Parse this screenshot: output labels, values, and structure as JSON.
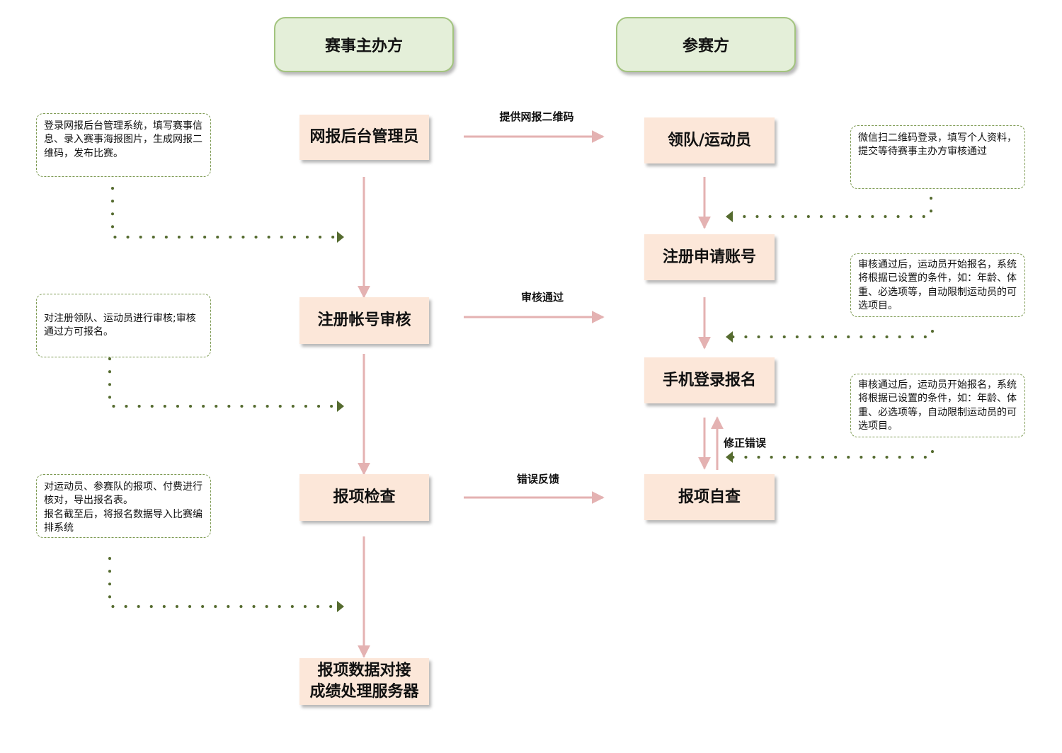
{
  "lanes": {
    "organizer": "赛事主办方",
    "participant": "参赛方"
  },
  "organizer_steps": {
    "admin": "网报后台管理员",
    "review": "注册帐号审核",
    "check": "报项检查",
    "sync": "报项数据对接\n成绩处理服务器"
  },
  "participant_steps": {
    "athlete": "领队/运动员",
    "register": "注册申请账号",
    "signup": "手机登录报名",
    "selfcheck": "报项自查"
  },
  "edge_labels": {
    "qr": "提供网报二维码",
    "approved": "审核通过",
    "feedback": "错误反馈",
    "fix": "修正错误"
  },
  "notes": {
    "admin": "登录网报后台管理系统，填写赛事信息、录入赛事海报图片，生成网报二维码，发布比赛。",
    "review": "对注册领队、运动员进行审核;审核通过方可报名。",
    "check": "对运动员、参赛队的报项、付费进行核对，导出报名表。\n报名截至后，将报名数据导入比赛编排系统",
    "athlete": "微信扫二维码登录，填写个人资料，提交等待赛事主办方审核通过",
    "register": "审核通过后，运动员开始报名，系统将根据已设置的条件，如：年龄、体重、必选项等，自动限制运动员的可选项目。",
    "signup": "审核通过后，运动员开始报名，系统将根据已设置的条件，如：年龄、体重、必选项等，自动限制运动员的可选项目。"
  },
  "colors": {
    "step_fill": "#fce7d9",
    "header_fill": "#e4efd9",
    "header_border": "#a3c47f",
    "flow_arrow": "#e4b2b2",
    "dotted_connector": "#556b2f"
  }
}
